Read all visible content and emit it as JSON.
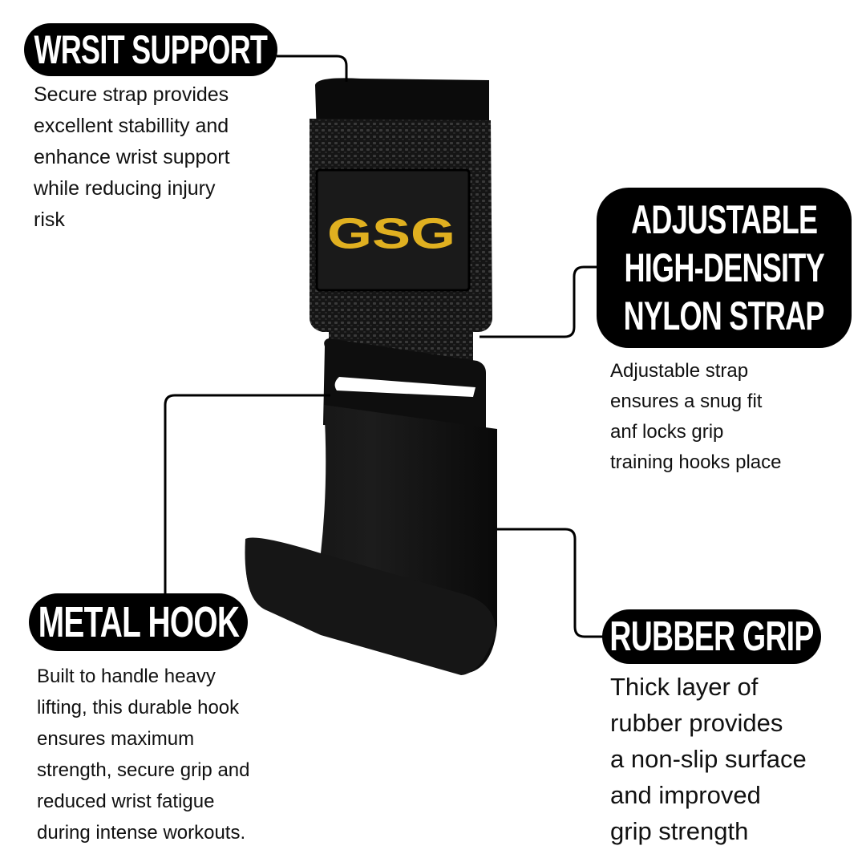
{
  "callouts": {
    "wrist_support": {
      "title": "WRSIT SUPPORT",
      "lines": [
        "Secure strap provides",
        "excellent stabillity and",
        "enhance wrist support",
        "while reducing injury",
        "risk"
      ]
    },
    "nylon_strap": {
      "title_lines": [
        "ADJUSTABLE",
        "HIGH-DENSITY",
        "NYLON STRAP"
      ],
      "lines": [
        "Adjustable strap",
        "ensures a snug fit",
        "anf locks grip",
        "training hooks place"
      ]
    },
    "metal_hook": {
      "title": "METAL HOOK",
      "lines": [
        "Built to handle heavy",
        "lifting, this durable hook",
        "ensures maximum",
        "strength, secure grip and",
        "reduced wrist fatigue",
        "during intense workouts."
      ]
    },
    "rubber_grip": {
      "title": "RUBBER GRIP",
      "lines": [
        "Thick layer of",
        "rubber provides",
        "a non-slip surface",
        "and improved",
        "grip strength"
      ]
    }
  },
  "product": {
    "logo_text": "GSG",
    "logo_color": "#e0b020",
    "body_color": "#0d0d0d"
  }
}
